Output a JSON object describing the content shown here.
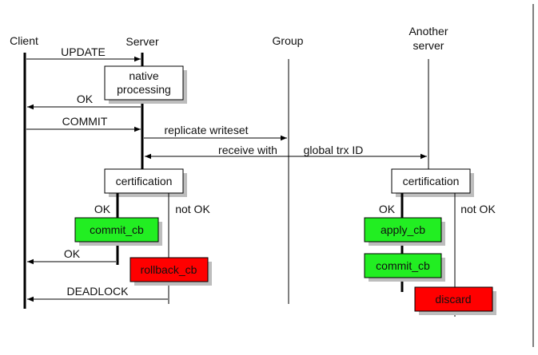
{
  "participants": {
    "client": "Client",
    "server": "Server",
    "group": "Group",
    "another_line1": "Another",
    "another_line2": "server"
  },
  "messages": {
    "update": "UPDATE",
    "ok_native": "OK",
    "commit": "COMMIT",
    "replicate": "replicate writeset",
    "receive": "receive with",
    "global_trx": "global trx ID",
    "ok_commit": "OK",
    "deadlock": "DEADLOCK"
  },
  "boxes": {
    "native_line1": "native",
    "native_line2": "processing",
    "certification_server": "certification",
    "certification_another": "certification",
    "commit_cb_server": "commit_cb",
    "rollback_cb": "rollback_cb",
    "apply_cb": "apply_cb",
    "commit_cb_another": "commit_cb",
    "discard": "discard"
  },
  "branches": {
    "server_ok": "OK",
    "server_not_ok": "not OK",
    "another_ok": "OK",
    "another_not_ok": "not OK"
  },
  "colors": {
    "success": "#22ee22",
    "failure": "#ff0000",
    "line": "#000000",
    "shadow": "#bdbdbd"
  }
}
